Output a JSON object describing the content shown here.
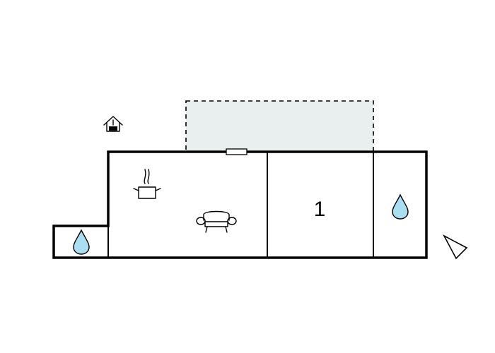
{
  "floorplan": {
    "rooms": [
      {
        "id": "living-kitchen",
        "label": "",
        "features": [
          "kitchen-pot-icon",
          "sofa-icon"
        ]
      },
      {
        "id": "bedroom",
        "label": "1",
        "features": []
      },
      {
        "id": "bathroom-right",
        "label": "",
        "features": [
          "water-drop-icon"
        ]
      },
      {
        "id": "bathroom-left",
        "label": "",
        "features": [
          "water-drop-icon"
        ]
      }
    ],
    "terrace": {
      "style": "dashed",
      "fill": "#e9efee"
    },
    "entrance": {
      "icon": "house-entrance-icon"
    },
    "compass": {
      "icon": "north-arrow-icon"
    },
    "colors": {
      "wall": "#000000",
      "water": "#a9dff1",
      "terrace": "#e9efee"
    }
  }
}
